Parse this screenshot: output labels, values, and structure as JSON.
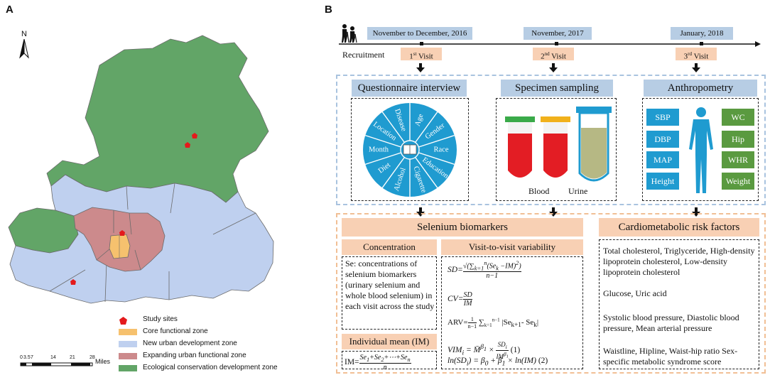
{
  "panel_a": {
    "letter": "A",
    "north": "N",
    "legend": [
      {
        "label": "Study sites",
        "color": "#e41a1c"
      },
      {
        "label": "Core functional zone",
        "color": "#f6c16e"
      },
      {
        "label": "New urban development zone",
        "color": "#bfd0ef"
      },
      {
        "label": "Expanding urban functional zone",
        "color": "#cc8a8c"
      },
      {
        "label": "Ecological conservation development zone",
        "color": "#62a567"
      }
    ],
    "scale_ticks": [
      "0",
      "3.5",
      "7",
      "14",
      "21",
      "28"
    ],
    "scale_unit": "Miles"
  },
  "panel_b": {
    "letter": "B",
    "timeline": {
      "dates": [
        "November to December, 2016",
        "November, 2017",
        "January, 2018"
      ],
      "recruitment": "Recruitment",
      "visit_nums": [
        "1",
        "2",
        "3"
      ],
      "visit_sups": [
        "st",
        "nd",
        "rd"
      ],
      "visit_word": " Visit"
    },
    "sections": {
      "questionnaire": "Questionnaire interview",
      "specimen": "Specimen sampling",
      "anthropometry": "Anthropometry"
    },
    "wheel_labels": [
      "Age",
      "Gender",
      "Race",
      "Education",
      "Cigarette",
      "Alcohol",
      "Diet",
      "Month",
      "Location",
      "Disease"
    ],
    "specimen_labels": {
      "blood": "Blood",
      "urine": "Urine"
    },
    "anthro_left": [
      "SBP",
      "DBP",
      "MAP",
      "Height"
    ],
    "anthro_right": [
      "WC",
      "Hip",
      "WHR",
      "Weight"
    ],
    "selenium": {
      "title": "Selenium biomarkers",
      "concentration_title": "Concentration",
      "concentration_text": "Se: concentrations of selenium biomarkers (urinary selenium and whole blood selenium) in each visit across the study",
      "im_title": "Individual mean (IM)",
      "variability_title": "Visit-to-visit variability"
    },
    "risk": {
      "title": "Cardiometabolic risk factors",
      "items": [
        "Total cholesterol, Triglyceride, High-density lipoprotein cholesterol, Low-density lipoprotein cholesterol",
        "Glucose, Uric acid",
        "Systolic blood pressure, Diastolic blood pressure, Mean arterial pressure",
        "Waistline, Hipline, Waist-hip ratio Sex-specific metabolic syndrome score"
      ]
    }
  }
}
